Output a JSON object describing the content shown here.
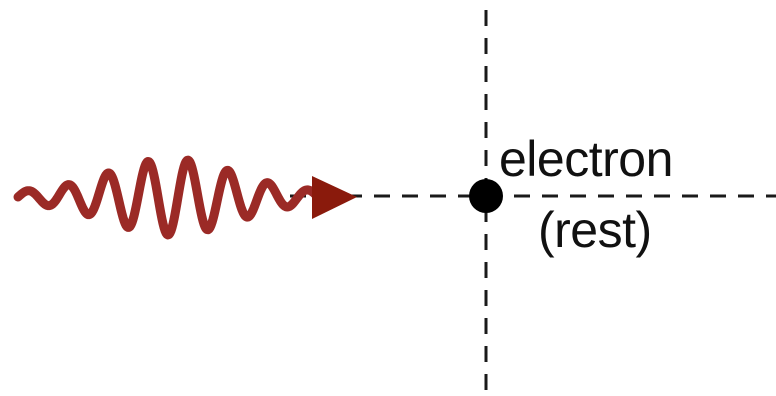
{
  "labels": {
    "particle": "electron",
    "state": "(rest)"
  },
  "colors": {
    "wave": "#9b2a26",
    "arrow": "#8a1a0c",
    "particle": "#000000",
    "axes": "#1a1a1a",
    "text": "#111111",
    "background": "#ffffff"
  },
  "elements": {
    "incoming_wave": "photon-wave-packet",
    "particle_marker": "filled-circle",
    "axes_style": "dashed"
  }
}
